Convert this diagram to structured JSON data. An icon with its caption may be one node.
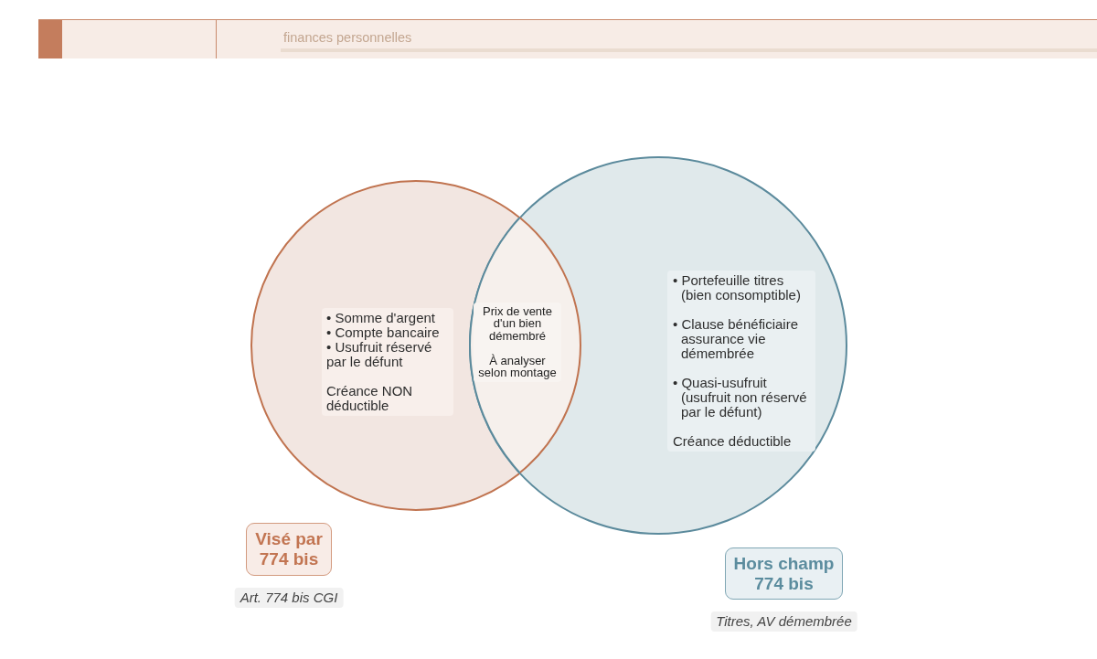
{
  "diagram": {
    "nodes": [
      {
        "text": [
          "• Somme d'argent",
          "• Compte bancaire",
          "• Usufruit réservé par le défunt",
          "Créance NON déductible"
        ]
      },
      {
        "text": [
          "Prix de vente d'un bien démembré",
          "À analyser selon montage"
        ]
      },
      {
        "text": [
          "• Portefeuille titres (bien consomptible)",
          "• Clause bénéficiaire assurance vie démembrée",
          "• Quasi-usufruit (usufruit non réservé par le défunt)",
          "Créance déductible"
        ]
      },
      {
        "text": [
          "Visé par 774 bis"
        ],
        "beside": [
          "Art. 774 bis CGI"
        ]
      },
      {
        "text": [
          "Hors champ 774 bis"
        ],
        "beside": [
          "Titres, AV démembrée"
        ]
      }
    ],
    "labels": [
      "finances personnelles"
    ]
  }
}
